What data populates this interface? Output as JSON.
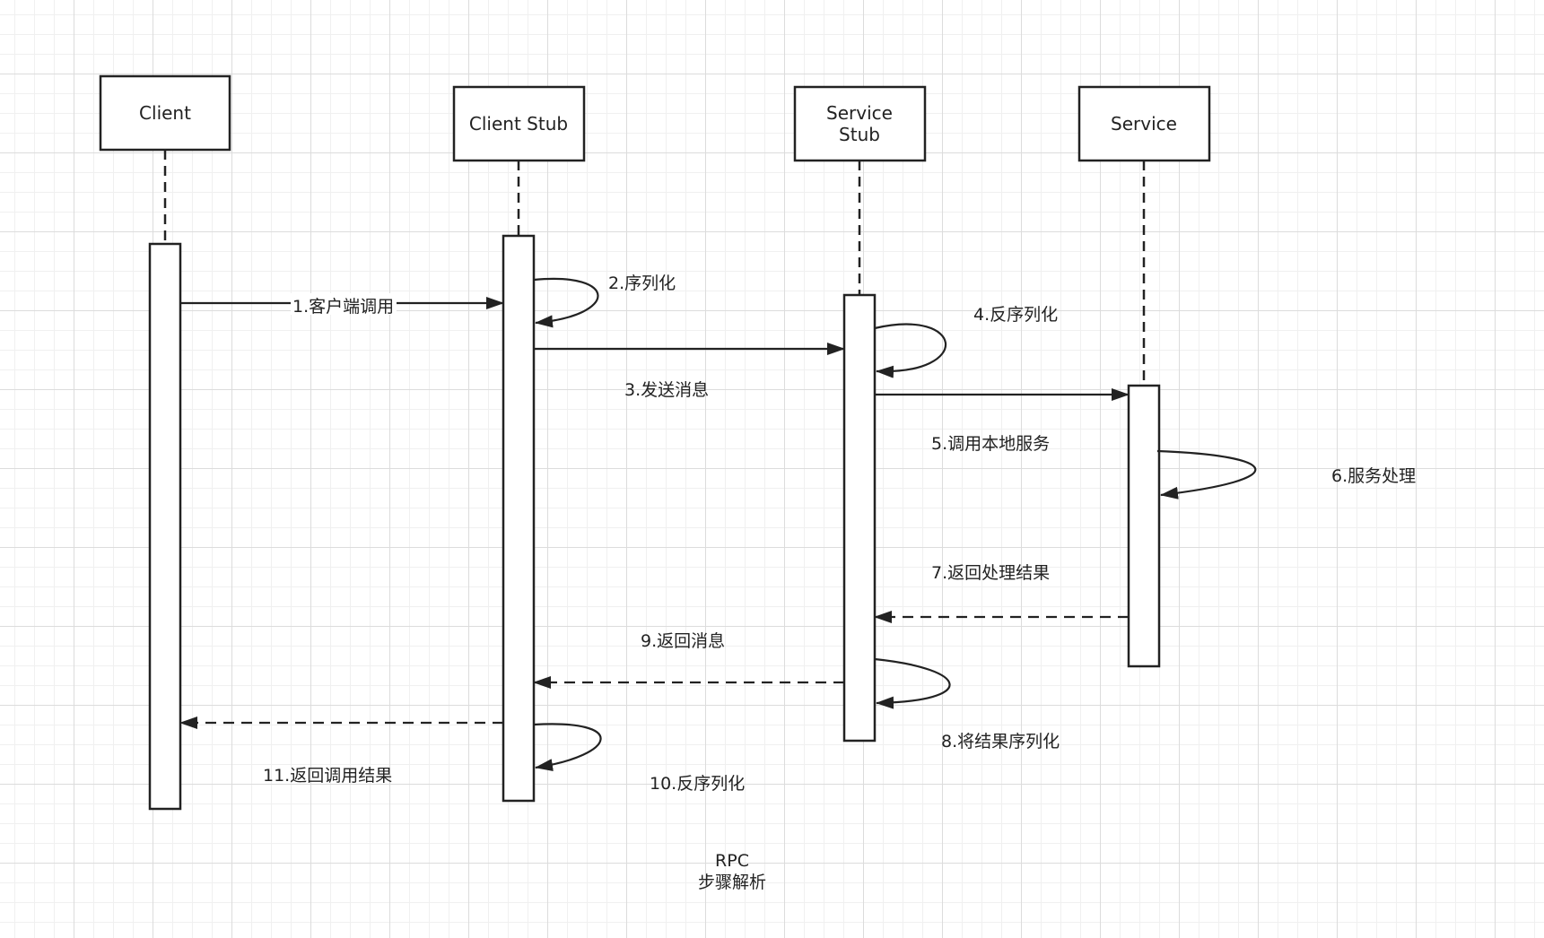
{
  "participants": [
    {
      "label": [
        "Client"
      ]
    },
    {
      "label": [
        "Client Stub"
      ]
    },
    {
      "label": [
        "Service",
        "Stub"
      ]
    },
    {
      "label": [
        "Service"
      ]
    }
  ],
  "messages": [
    "1.客户端调用",
    "2.序列化",
    "3.发送消息",
    "4.反序列化",
    "5.调用本地服务",
    "6.服务处理",
    "7.返回处理结果",
    "8.将结果序列化",
    "9.返回消息",
    "10.反序列化",
    "11.返回调用结果"
  ],
  "caption": [
    "RPC",
    "步骤解析"
  ]
}
